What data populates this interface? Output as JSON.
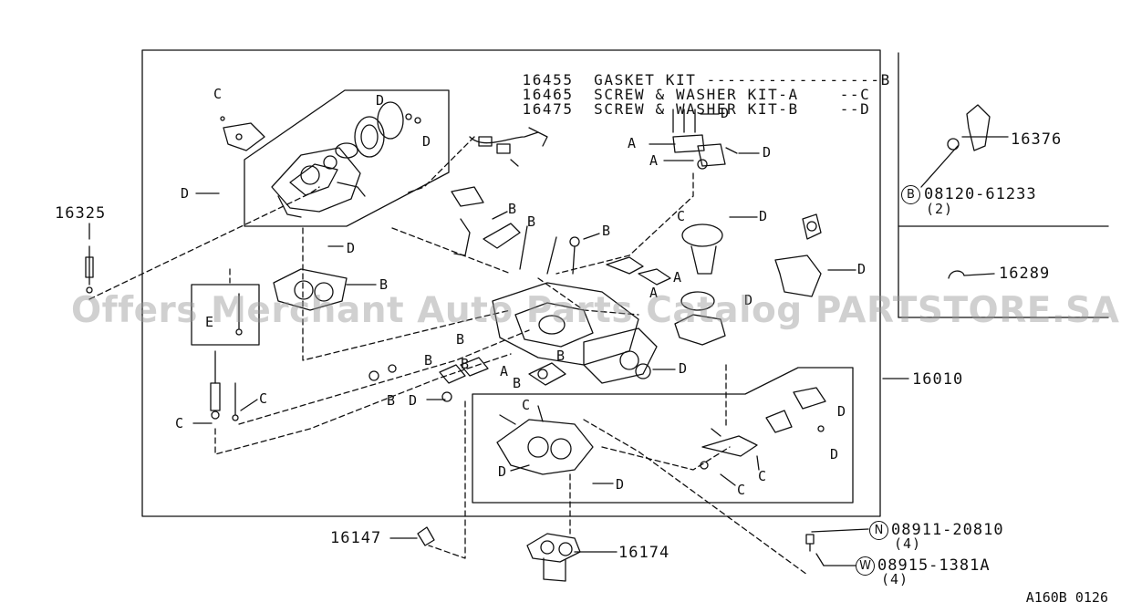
{
  "kit_legend": [
    {
      "part": "16455",
      "name": "GASKET KIT -----------------B"
    },
    {
      "part": "16465",
      "name": "SCREW & WASHER KIT-A    --C"
    },
    {
      "part": "16475",
      "name": "SCREW & WASHER KIT-B    --D"
    }
  ],
  "callouts": {
    "p16325": "16325",
    "p16376": "16376",
    "p16289": "16289",
    "p16010": "16010",
    "p16147": "16147",
    "p16174": "16174"
  },
  "fasteners": [
    {
      "symbol": "B",
      "part": "08120-61233",
      "qty": "(2)"
    },
    {
      "symbol": "N",
      "part": "08911-20810",
      "qty": "(4)"
    },
    {
      "symbol": "W",
      "part": "08915-1381A",
      "qty": "(4)"
    }
  ],
  "ref_letters": {
    "A": "A",
    "B": "B",
    "C": "C",
    "D": "D",
    "E": "E"
  },
  "watermark": "Offers Merchant Auto Parts Catalog PARTSTORE.SA",
  "diagram_code": "A160B 0126",
  "colors": {
    "ink": "#111111",
    "watermark": "#969696"
  }
}
